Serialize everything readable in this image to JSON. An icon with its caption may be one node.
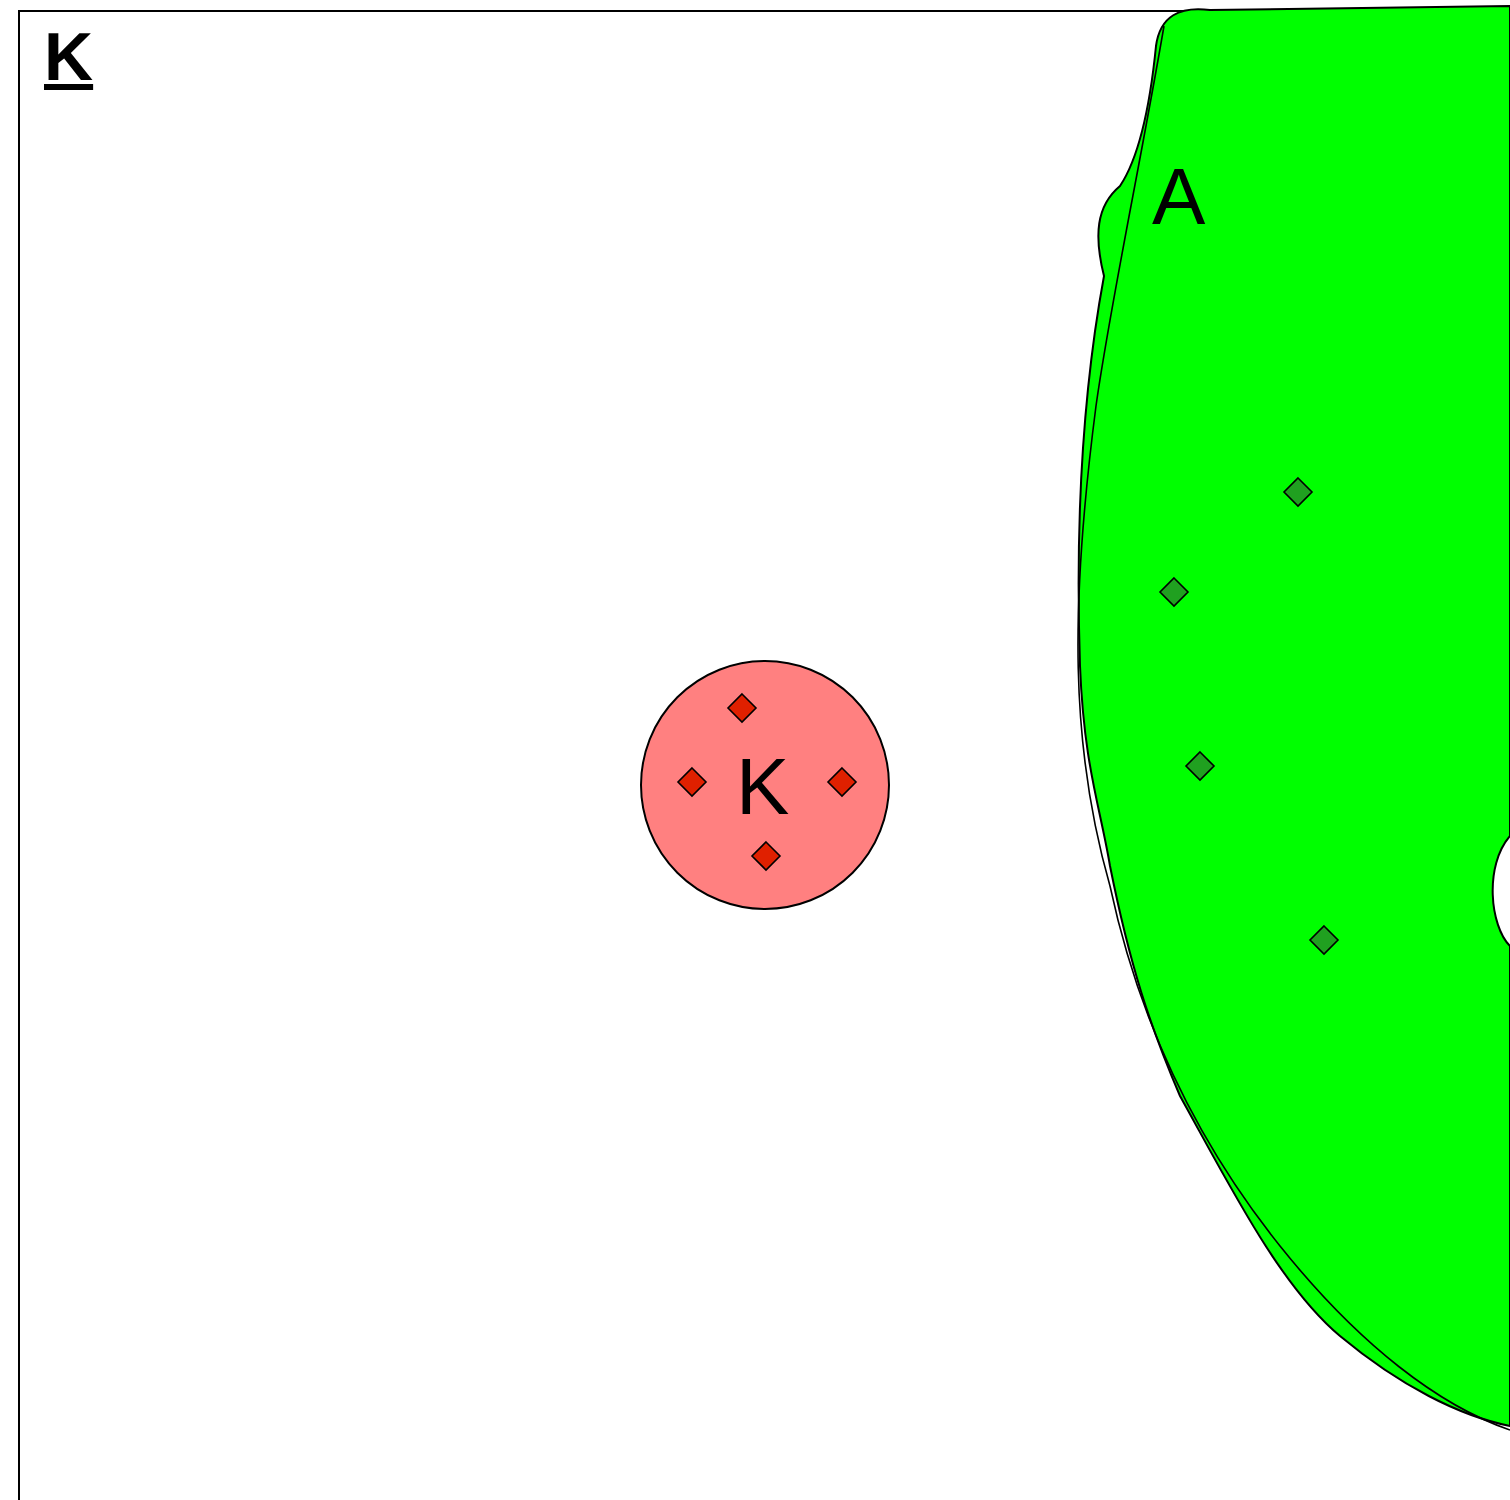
{
  "diagram": {
    "title": "K",
    "nodes": [
      {
        "text": [
          "K"
        ]
      },
      {
        "text": [
          "A"
        ]
      }
    ]
  }
}
